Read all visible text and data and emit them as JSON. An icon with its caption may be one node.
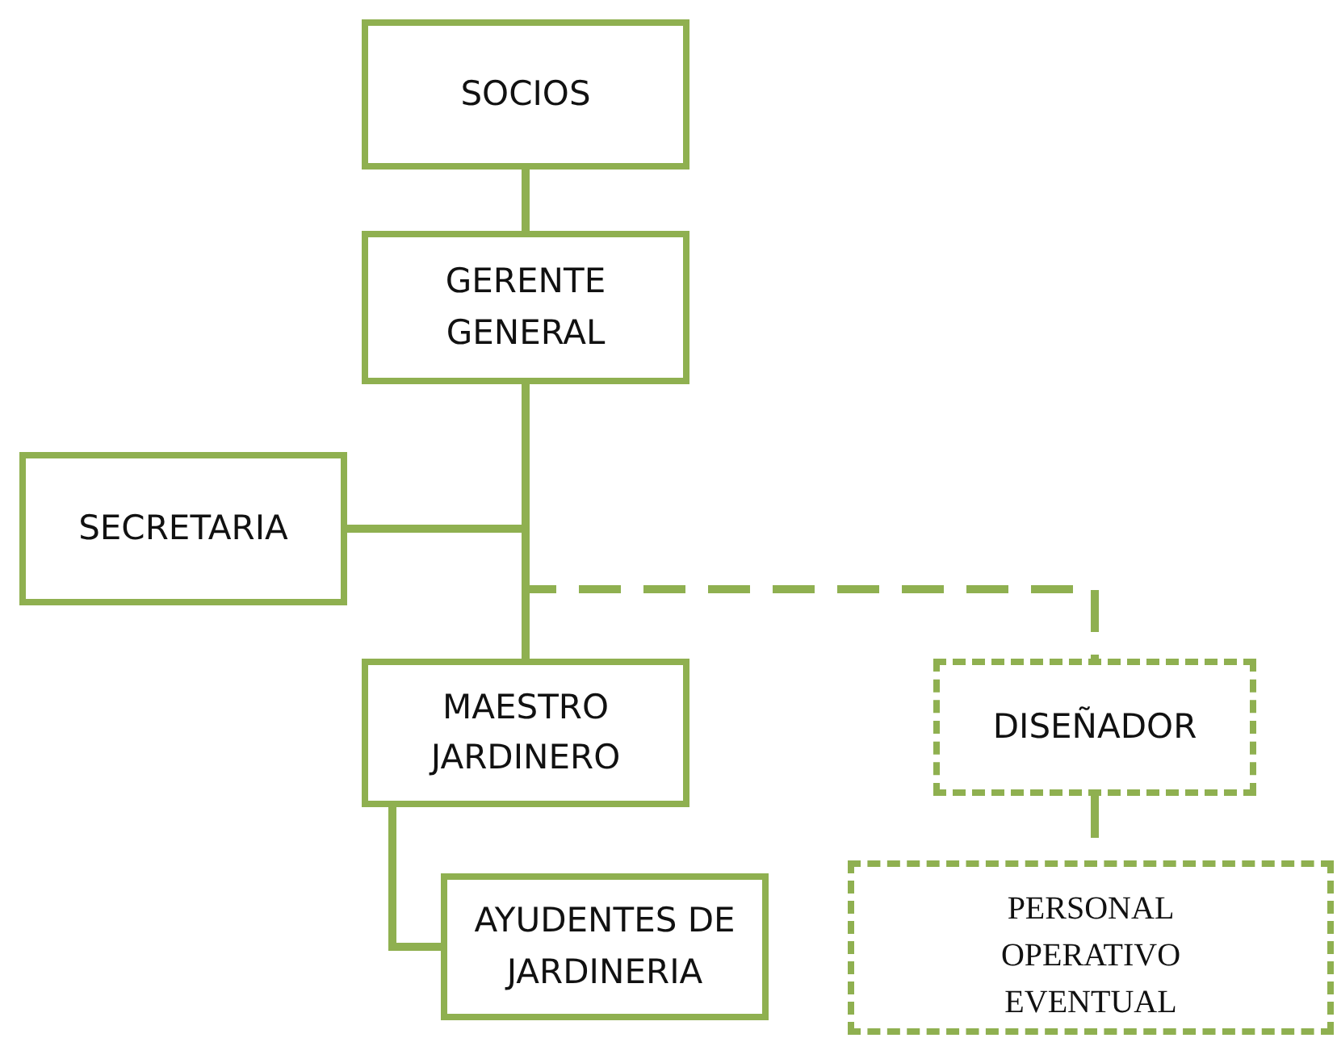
{
  "diagram": {
    "nodes": [
      {
        "text": [
          "SOCIOS"
        ]
      },
      {
        "text": [
          "GERENTE GENERAL"
        ]
      },
      {
        "text": [
          "SECRETARIA"
        ]
      },
      {
        "text": [
          "MAESTRO JARDINERO"
        ]
      },
      {
        "text": [
          "DISEÑADOR"
        ]
      },
      {
        "text": [
          "AYUDENTES DE JARDINERIA"
        ]
      },
      {
        "text": [
          "PERSONAL OPERATIVO EVENTUAL"
        ]
      }
    ],
    "edges": [
      {
        "from": 0,
        "to": 1,
        "arrow": "none"
      },
      {
        "from": 1,
        "to": 2,
        "arrow": "none"
      },
      {
        "from": 1,
        "to": 3,
        "arrow": "none"
      },
      {
        "from": 1,
        "to": 4,
        "arrow": "none",
        "style": "dashed"
      },
      {
        "from": 4,
        "to": 6,
        "arrow": "none",
        "style": "dashed"
      },
      {
        "from": 3,
        "to": 5,
        "arrow": "none"
      }
    ]
  }
}
